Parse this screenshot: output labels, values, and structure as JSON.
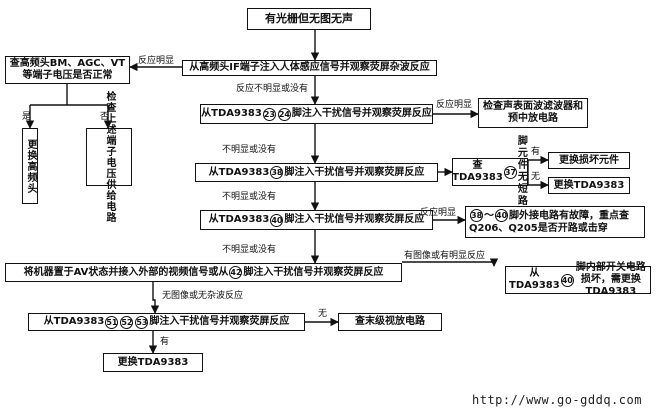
{
  "start": "有光栅但无图无声",
  "step1": "从高频头IF端子注入人体感应信号并观察荧屏杂波反应",
  "check_tuner": "查高频头BM、AGC、VT等端子电压是否正常",
  "replace_tuner": "更换高频头",
  "check_supply": "检查上述端子电压供给电路",
  "step2": {
    "pre": "从TDA9383",
    "pins": [
      "23",
      "24"
    ],
    "post": "脚注入干扰信号并观察荧屏反应"
  },
  "check_saw": "检查声表面波滤波器和预中放电路",
  "step3": {
    "pre": "从TDA9383",
    "pins": [
      "38"
    ],
    "post": "脚注入干扰信号并观察荧屏反应"
  },
  "check_pin37": {
    "pre": "查TDA9383",
    "pins": [
      "37"
    ],
    "post": "脚元件无短路"
  },
  "replace_damaged": "更换损坏元件",
  "replace_tda_a": "更换TDA9383",
  "step4": {
    "pre": "从TDA9383",
    "pins": [
      "40"
    ],
    "post": "脚注入干扰信号并观察荧屏反应"
  },
  "check_pins38_40": {
    "pins": [
      "38",
      "40"
    ],
    "mid": "～",
    "post": "脚外接电路有故障，重点查Q206、Q205是否开路或击穿"
  },
  "step5": {
    "pre": "将机器置于AV状态并接入外部的视频信号或从",
    "pins": [
      "42"
    ],
    "post": "脚注入干扰信号并观察荧屏反应"
  },
  "switch_damaged": {
    "pre": "从TDA9383",
    "pins": [
      "40"
    ],
    "post": "脚内部开关电路损坏，需更换TDA9383"
  },
  "step6": {
    "pre": "从TDA9383",
    "pins": [
      "51",
      "52",
      "53"
    ],
    "post": "脚注入干扰信号并观察荧屏反应"
  },
  "check_final": "查末级视放电路",
  "replace_tda_final": "更换TDA9383",
  "labels": {
    "obvious": "反应明显",
    "not_obvious_or_none": "反应不明显或没有",
    "yes": "是",
    "no": "否",
    "not_obvious_or_none2": "不明显或没有",
    "has": "有",
    "none": "无",
    "has_image_or_obvious": "有图像或有明显反应",
    "no_image_no_noise": "无图像或无杂波反应"
  },
  "watermark": "http://www.go-gddq.com"
}
